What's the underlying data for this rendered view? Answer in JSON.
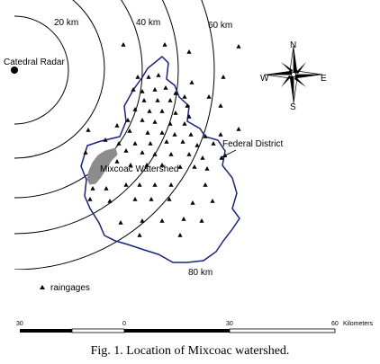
{
  "radar": {
    "label": "Catedral Radar"
  },
  "range_rings": {
    "labels": [
      "20 km",
      "40 km",
      "60 km",
      "80 km"
    ]
  },
  "district": {
    "label": "Federal District"
  },
  "watershed": {
    "label": "Mixcoac Watershed"
  },
  "compass": {
    "north": "N",
    "south": "S",
    "east": "E",
    "west": "W"
  },
  "legend": {
    "raingages_label": "raingages"
  },
  "scale_bar": {
    "ticks": [
      "30",
      "0",
      "30",
      "60"
    ],
    "unit": "Kilometers"
  },
  "caption": "Fig. 1. Location of Mixcoac watershed.",
  "colors": {
    "boundary": "#1a237e",
    "watershed": "#8c8c8c",
    "ink": "#000000"
  }
}
